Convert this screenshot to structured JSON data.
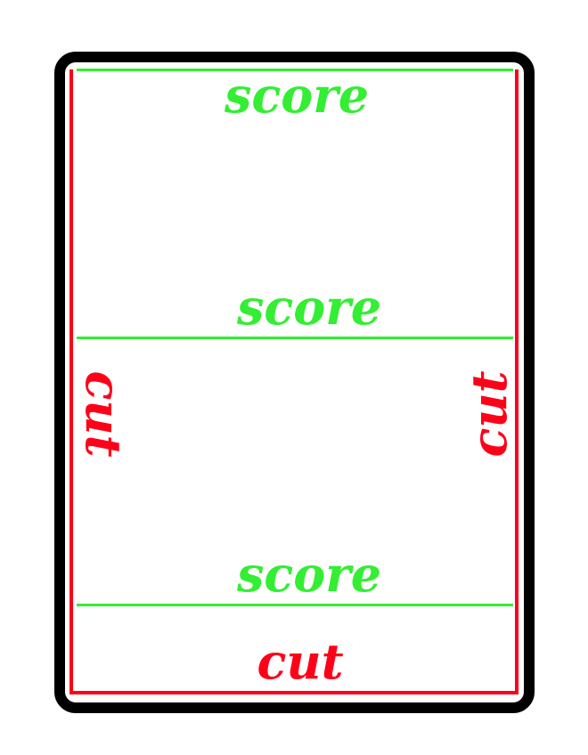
{
  "colors": {
    "frame": "#000000",
    "cut": "#ff0019",
    "score": "#33ee33"
  },
  "labels": {
    "score_top": "score",
    "score_middle": "score",
    "score_bottom": "score",
    "cut_left": "cut",
    "cut_right": "cut",
    "cut_bottom": "cut"
  }
}
